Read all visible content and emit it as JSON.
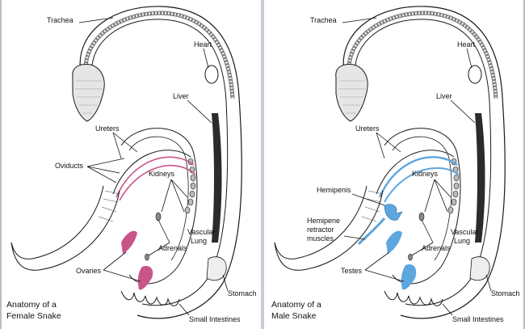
{
  "panels": [
    {
      "caption_line1": "Anatomy of a",
      "caption_line2": "Female Snake",
      "labels": {
        "trachea": "Trachea",
        "heart": "Heart",
        "liver": "Liver",
        "ureters": "Ureters",
        "oviducts": "Oviducts",
        "kidneys": "Kidneys",
        "vascular": "Vascular",
        "lung": "Lung",
        "adrenals": "Adrenals",
        "ovaries": "Ovaries",
        "stomach": "Stomach",
        "small_intestines": "Small Intestines"
      },
      "accent_color": "#c8558a"
    },
    {
      "caption_line1": "Anatomy of a",
      "caption_line2": "Male Snake",
      "labels": {
        "trachea": "Trachea",
        "heart": "Heart",
        "liver": "Liver",
        "ureters": "Ureters",
        "hemipenis": "Hemipenis",
        "kidneys": "Kidneys",
        "hemipene": "Hemipene",
        "retractor": "retractor",
        "muscles": "muscles",
        "vascular": "Vascular",
        "lung": "Lung",
        "adrenals": "Adrenals",
        "testes": "Testes",
        "stomach": "Stomach",
        "small_intestines": "Small Intestines"
      },
      "accent_color": "#5ea6de"
    }
  ],
  "colors": {
    "outline": "#1a1a1a",
    "body_shade": "#d9d9d9",
    "liver": "#2b2b2b",
    "divider": "#c9cdd6"
  }
}
